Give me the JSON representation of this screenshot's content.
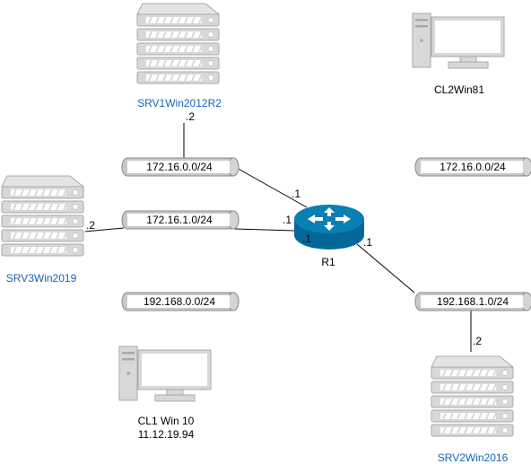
{
  "colors": {
    "server_fill": "#d8d8d8",
    "server_stroke": "#a8a8a8",
    "segment_fill": "#c8c8c8",
    "router_fill": "#036897",
    "host_label_blue": "#1a64b4",
    "line": "#000000"
  },
  "nodes": {
    "srv1": {
      "label": "SRV1Win2012R2",
      "icon": "server-icon"
    },
    "srv2": {
      "label": "SRV2Win2016",
      "icon": "server-icon"
    },
    "srv3": {
      "label": "SRV3Win2019",
      "icon": "server-icon"
    },
    "cl1": {
      "label": "CL1 Win 10",
      "sublabel": "11.12.19.94",
      "icon": "workstation-icon"
    },
    "cl2": {
      "label": "CL2Win81",
      "icon": "workstation-icon"
    },
    "r1": {
      "label": "R1",
      "icon": "router-icon"
    }
  },
  "segments": {
    "seg1": {
      "label": "172.16.0.0/24"
    },
    "seg2": {
      "label": "172.16.1.0/24"
    },
    "seg3": {
      "label": "192.168.0.0/24"
    },
    "seg4": {
      "label": "172.16.0.0/24"
    },
    "seg5": {
      "label": "192.168.1.0/24"
    }
  },
  "links": {
    "srv1_seg1": ".2",
    "r1_seg1": ".1",
    "srv3_seg2": ".2",
    "r1_seg2": ".1",
    "r1_seg2_inner": ".1",
    "r1_seg5": ".1",
    "srv2_seg5": ".2"
  }
}
